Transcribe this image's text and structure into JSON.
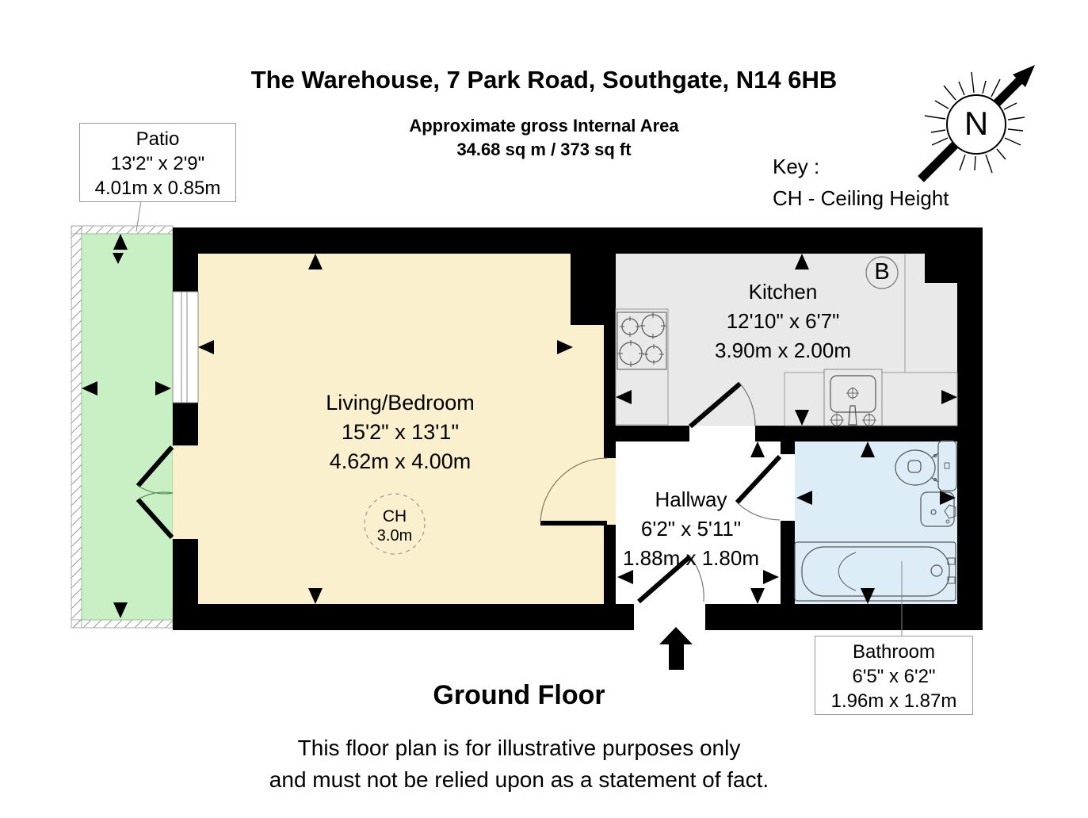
{
  "header": {
    "title": "The Warehouse, 7 Park Road, Southgate, N14 6HB",
    "area_line1": "Approximate gross Internal Area",
    "area_line2": "34.68 sq m / 373 sq ft",
    "key_title": "Key :",
    "key_item": "CH - Ceiling Height"
  },
  "compass": {
    "north_letter": "N"
  },
  "rooms": {
    "patio": {
      "name": "Patio",
      "imperial": "13'2\" x 2'9\"",
      "metric": "4.01m x 0.85m"
    },
    "living": {
      "name": "Living/Bedroom",
      "imperial": "15'2\" x 13'1\"",
      "metric": "4.62m x 4.00m"
    },
    "kitchen": {
      "name": "Kitchen",
      "imperial": "12'10\" x 6'7\"",
      "metric": "3.90m x 2.00m"
    },
    "hallway": {
      "name": "Hallway",
      "imperial": "6'2\" x 5'11\"",
      "metric": "1.88m x 1.80m"
    },
    "bathroom": {
      "name": "Bathroom",
      "imperial": "6'5\" x 6'2\"",
      "metric": "1.96m x 1.87m"
    }
  },
  "ceiling_height": {
    "abbr": "CH",
    "value": "3.0m"
  },
  "boiler_letter": "B",
  "footer": {
    "floor": "Ground Floor",
    "disclaimer_line1": "This floor plan is for illustrative purposes only",
    "disclaimer_line2": "and must not be relied upon as a statement of fact."
  },
  "colors": {
    "wall": "#000000",
    "living_floor": "#FAF0CE",
    "kitchen_floor": "#E9E9E9",
    "bathroom_floor": "#DCEDF8",
    "patio_ground": "#C8F0C4",
    "hallway_floor": "#FFFFFF"
  }
}
